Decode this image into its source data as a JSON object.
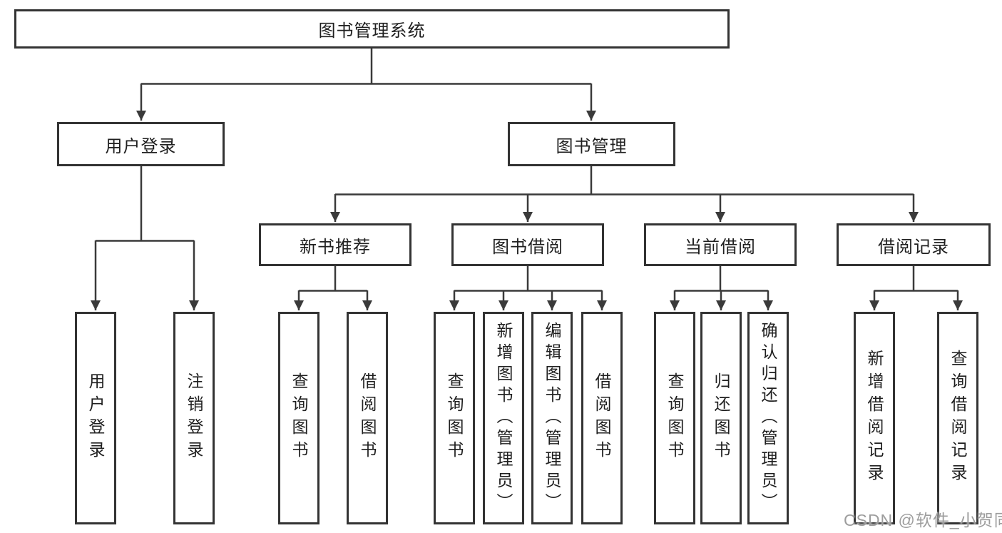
{
  "diagram": {
    "root": {
      "label": "图书管理系统"
    },
    "branches": [
      {
        "label": "用户登录",
        "children": [
          {
            "label": "用户登录"
          },
          {
            "label": "注销登录"
          }
        ]
      },
      {
        "label": "图书管理",
        "children": [
          {
            "label": "新书推荐",
            "children": [
              {
                "label": "查询图书"
              },
              {
                "label": "借阅图书"
              }
            ]
          },
          {
            "label": "图书借阅",
            "children": [
              {
                "label": "查询图书"
              },
              {
                "label": "新增图书（管理员）"
              },
              {
                "label": "编辑图书（管理员）"
              },
              {
                "label": "借阅图书"
              }
            ]
          },
          {
            "label": "当前借阅",
            "children": [
              {
                "label": "查询图书"
              },
              {
                "label": "归还图书"
              },
              {
                "label": "确认归还（管理员）"
              }
            ]
          },
          {
            "label": "借阅记录",
            "children": [
              {
                "label": "新增借阅记录"
              },
              {
                "label": "查询借阅记录"
              }
            ]
          }
        ]
      }
    ]
  },
  "watermark": {
    "text": "CSDN @软件_小贺同学"
  },
  "colors": {
    "line": "#3a3a3a",
    "border": "#333333",
    "watermark": "#9d9d9d"
  }
}
